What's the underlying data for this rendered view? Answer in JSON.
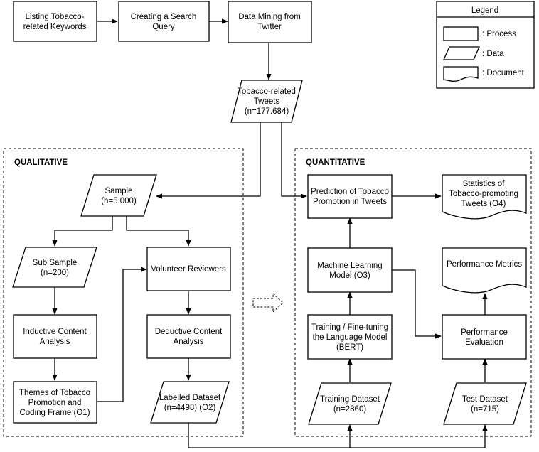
{
  "legend": {
    "title": "Legend",
    "process": ": Process",
    "data": ": Data",
    "document": ": Document"
  },
  "sections": {
    "qualitative": "QUALITATIVE",
    "quantitative": "QUANTITATIVE"
  },
  "nodes": {
    "listing_keywords": [
      "Listing Tobacco-",
      "related Keywords"
    ],
    "creating_query": [
      "Creating a Search",
      "Query"
    ],
    "data_mining": [
      "Data Mining from",
      "Twitter"
    ],
    "tobacco_tweets": [
      "Tobacco-related",
      "Tweets",
      "(n=177.684)"
    ],
    "sample": [
      "Sample",
      "(n=5.000)"
    ],
    "sub_sample": [
      "Sub Sample",
      "(n=200)"
    ],
    "volunteer_reviewers": [
      "Volunteer Reviewers"
    ],
    "inductive_analysis": [
      "Inductive Content",
      "Analysis"
    ],
    "deductive_analysis": [
      "Deductive Content",
      "Analysis"
    ],
    "themes": [
      "Themes of Tobacco",
      "Promotion and",
      "Coding Frame (O1)"
    ],
    "labelled_dataset": [
      "Labelled Dataset",
      "(n=4498) (O2)"
    ],
    "prediction": [
      "Prediction of Tobacco",
      "Promotion in Tweets"
    ],
    "statistics": [
      "Statistics of",
      "Tobacco-promoting",
      "Tweets (O4)"
    ],
    "ml_model": [
      "Machine Learning",
      "Model (O3)"
    ],
    "performance_metrics": [
      "Performance Metrics"
    ],
    "training_finetuning": [
      "Training / Fine-tuning",
      "the Language Model",
      "(BERT)"
    ],
    "performance_evaluation": [
      "Performance",
      "Evaluation"
    ],
    "training_dataset": [
      "Training Dataset",
      "(n=2860)"
    ],
    "test_dataset": [
      "Test Dataset",
      "(n=715)"
    ]
  }
}
